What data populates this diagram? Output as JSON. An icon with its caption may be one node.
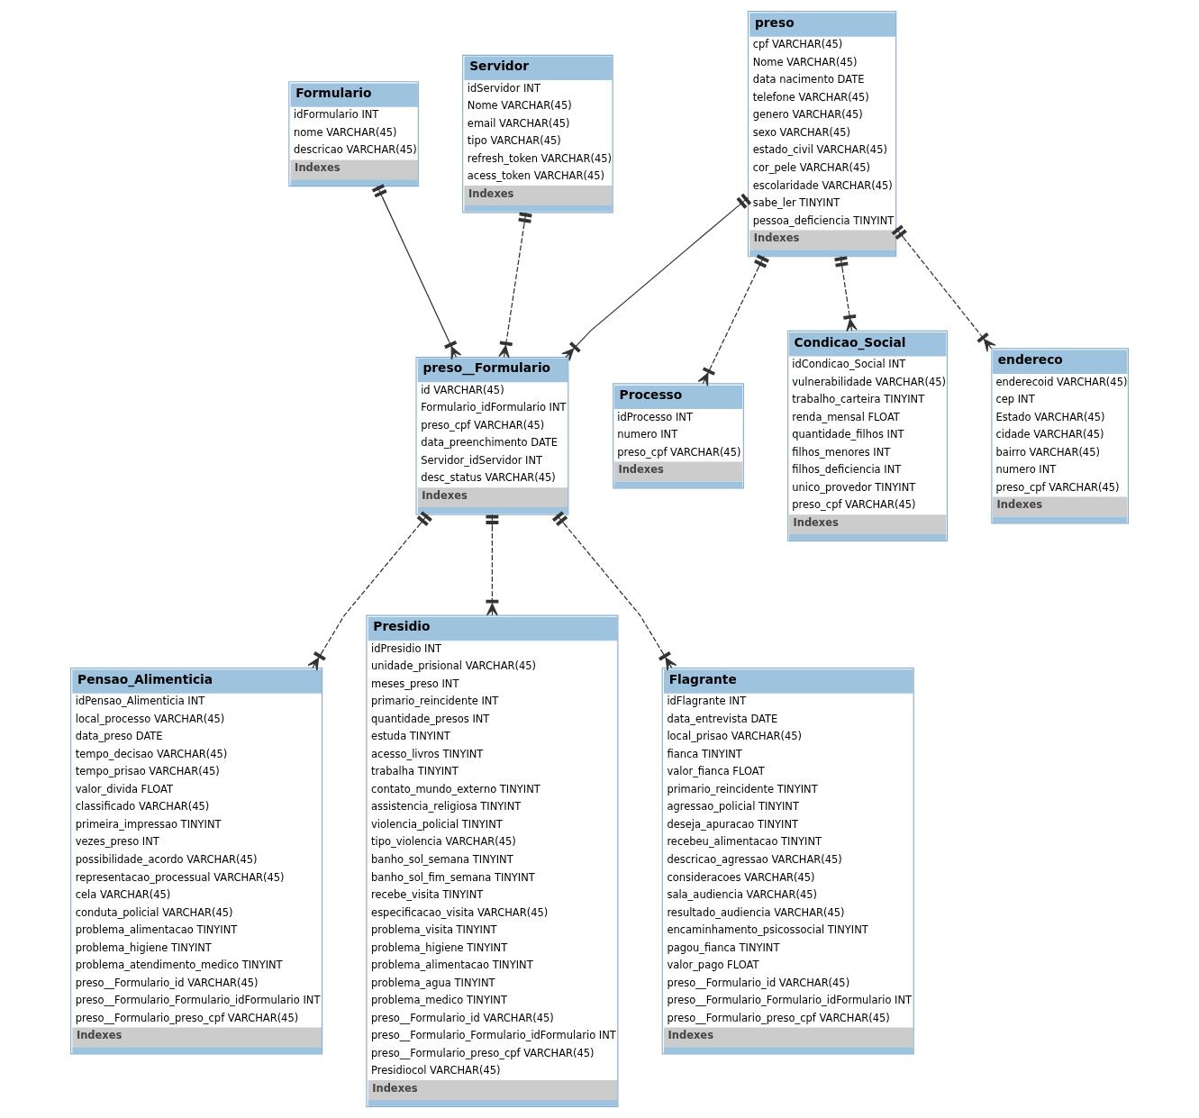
{
  "diagram": {
    "nodes": [
      {
        "text": [
          "preso",
          "cpf VARCHAR(45)",
          "Nome VARCHAR(45)",
          "data nacimento DATE",
          "telefone VARCHAR(45)",
          "genero VARCHAR(45)",
          "sexo VARCHAR(45)",
          "estado_civil VARCHAR(45)",
          "cor_pele VARCHAR(45)",
          "escolaridade VARCHAR(45)",
          "sabe_ler TINYINT",
          "pessoa_deficiencia TINYINT",
          "Indexes"
        ]
      },
      {
        "text": [
          "Formulario",
          "idFormulario INT",
          "nome VARCHAR(45)",
          "descricao VARCHAR(45)",
          "Indexes"
        ]
      },
      {
        "text": [
          "preso__Formulario",
          "id VARCHAR(45)",
          "Formulario_idFormulario INT",
          "preso_cpf VARCHAR(45)",
          "data_preenchimento DATE",
          "Servidor_idServidor INT",
          "desc_status VARCHAR(45)",
          "Indexes"
        ]
      },
      {
        "text": [
          "Pensao_Alimenticia",
          "idPensao_Alimenticia INT",
          "local_processo VARCHAR(45)",
          "data_preso DATE",
          "tempo_decisao VARCHAR(45)",
          "tempo_prisao VARCHAR(45)",
          "valor_divida FLOAT",
          "classificado VARCHAR(45)",
          "primeira_impressao TINYINT",
          "vezes_preso INT",
          "possibilidade_acordo VARCHAR(45)",
          "representacao_processual VARCHAR(45)",
          "cela VARCHAR(45)",
          "conduta_policial VARCHAR(45)",
          "problema_alimentacao TINYINT",
          "problema_higiene TINYINT",
          "problema_atendimento_medico TINYINT",
          "preso__Formulario_id VARCHAR(45)",
          "preso__Formulario_Formulario_idFormulario INT",
          "preso__Formulario_preso_cpf VARCHAR(45)",
          "Indexes"
        ]
      },
      {
        "text": [
          "Servidor",
          "idServidor INT",
          "Nome VARCHAR(45)",
          "email VARCHAR(45)",
          "tipo VARCHAR(45)",
          "refresh_token VARCHAR(45)",
          "acess_token VARCHAR(45)",
          "Indexes"
        ]
      },
      {
        "text": [
          "Processo",
          "idProcesso INT",
          "numero INT",
          "preso_cpf VARCHAR(45)",
          "Indexes"
        ]
      },
      {
        "text": [
          "Condicao_Social",
          "idCondicao_Social INT",
          "vulnerabilidade VARCHAR(45)",
          "trabalho_carteira TINYINT",
          "renda_mensal FLOAT",
          "quantidade_filhos INT",
          "filhos_menores INT",
          "filhos_deficiencia INT",
          "unico_provedor TINYINT",
          "preso_cpf VARCHAR(45)",
          "Indexes"
        ]
      },
      {
        "text": [
          "Presidio",
          "idPresidio INT",
          "unidade_prisional VARCHAR(45)",
          "meses_preso INT",
          "primario_reincidente INT",
          "quantidade_presos INT",
          "estuda TINYINT",
          "acesso_livros TINYINT",
          "trabalha TINYINT",
          "contato_mundo_externo TINYINT",
          "assistencia_religiosa TINYINT",
          "violencia_policial TINYINT",
          "tipo_violencia VARCHAR(45)",
          "banho_sol_semana TINYINT",
          "banho_sol_fim_semana TINYINT",
          "recebe_visita TINYINT",
          "especificacao_visita VARCHAR(45)",
          "problema_visita TINYINT",
          "problema_higiene TINYINT",
          "problema_alimentacao TINYINT",
          "problema_agua TINYINT",
          "problema_medico TINYINT",
          "preso__Formulario_id VARCHAR(45)",
          "preso__Formulario_Formulario_idFormulario INT",
          "preso__Formulario_preso_cpf VARCHAR(45)",
          "Presidiocol VARCHAR(45)",
          "Indexes"
        ]
      },
      {
        "text": [
          "endereco",
          "enderecoid VARCHAR(45)",
          "cep INT",
          "Estado VARCHAR(45)",
          "cidade VARCHAR(45)",
          "bairro VARCHAR(45)",
          "numero INT",
          "preso_cpf VARCHAR(45)",
          "Indexes"
        ]
      },
      {
        "text": [
          "Flagrante",
          "idFlagrante INT",
          "data_entrevista DATE",
          "local_prisao VARCHAR(45)",
          "fianca TINYINT",
          "valor_fianca FLOAT",
          "primario_reincidente TINYINT",
          "agressao_policial TINYINT",
          "deseja_apuracao TINYINT",
          "recebeu_alimentacao TINYINT",
          "descricao_agressao VARCHAR(45)",
          "consideracoes VARCHAR(45)",
          "sala_audiencia VARCHAR(45)",
          "resultado_audiencia VARCHAR(45)",
          "encaminhamento_psicossocial TINYINT",
          "pagou_fianca TINYINT",
          "valor_pago FLOAT",
          "preso__Formulario_id VARCHAR(45)",
          "preso__Formulario_Formulario_idFormulario INT",
          "preso__Formulario_preso_cpf VARCHAR(45)",
          "Indexes"
        ]
      }
    ],
    "edges": [
      {
        "from": 0,
        "to": 2,
        "arrow": "other"
      },
      {
        "from": 1,
        "to": 2,
        "arrow": "other"
      },
      {
        "from": 0,
        "to": 5,
        "arrow": "other",
        "style": "dashed"
      },
      {
        "from": 0,
        "to": 6,
        "arrow": "other",
        "style": "dashed"
      },
      {
        "from": 0,
        "to": 8,
        "arrow": "other",
        "style": "dashed"
      },
      {
        "from": 2,
        "to": 3,
        "arrow": "other",
        "style": "dashed"
      },
      {
        "from": 4,
        "to": 2,
        "arrow": "other",
        "style": "dashed"
      },
      {
        "from": 2,
        "to": 9,
        "arrow": "other",
        "style": "dashed"
      },
      {
        "from": 2,
        "to": 7,
        "arrow": "other",
        "style": "dashed"
      }
    ]
  }
}
